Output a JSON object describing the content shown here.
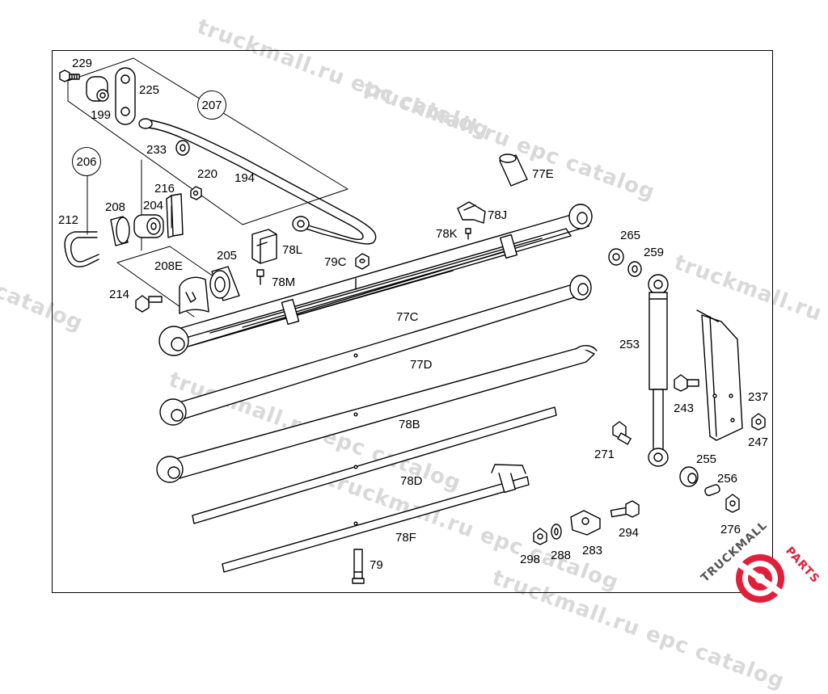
{
  "watermarks": [
    "truckmall.ru epc catalog",
    "truckmall.ru epc catalog",
    "truckmall.ru epc catalog",
    "truckmall.ru epc catalog",
    "truckmall.ru",
    "catalog",
    "truckmall.ru epc catalog"
  ],
  "callouts": [
    "206",
    "207"
  ],
  "labels": {
    "p229": "229",
    "p199": "199",
    "p225": "225",
    "p233": "233",
    "p220": "220",
    "p194": "194",
    "p212": "212",
    "p208": "208",
    "p204": "204",
    "p216": "216",
    "p205": "205",
    "p78L": "78L",
    "p208E": "208E",
    "p78M": "78M",
    "p214": "214",
    "p79C": "79C",
    "p77E": "77E",
    "p78J": "78J",
    "p78K": "78K",
    "p77C": "77C",
    "p77D": "77D",
    "p78B": "78B",
    "p78D": "78D",
    "p78F": "78F",
    "p79": "79",
    "p265": "265",
    "p259": "259",
    "p253": "253",
    "p243": "243",
    "p237": "237",
    "p247": "247",
    "p271": "271",
    "p255": "255",
    "p256": "256",
    "p276": "276",
    "p298": "298",
    "p288": "288",
    "p283": "283",
    "p294": "294"
  },
  "logo": {
    "text_dark": "TRUCKMALL",
    "text_red": "PARTS",
    "color_red": "#e0203a",
    "color_dark": "#555555"
  }
}
